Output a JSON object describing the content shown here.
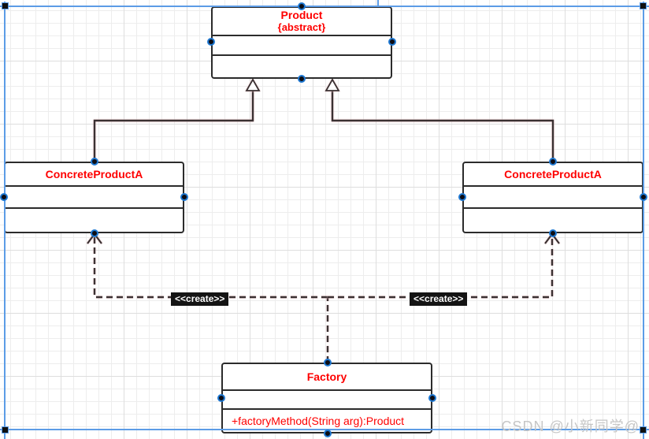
{
  "editor": {
    "watermark": "CSDN @小新同学@",
    "diagram_type": "uml-class-diagram"
  },
  "colors": {
    "title_red": "#fe0000",
    "box_border": "#2b2b2b",
    "connector": "#3a3132",
    "glow": "#f3c9cc",
    "select_blue": "#5c9ce6",
    "point_blue": "#1e78d2",
    "label_bg": "#141414",
    "grid_minor": "#ededed",
    "grid_major": "#dedede"
  },
  "classes": [
    {
      "name": "Product",
      "stereotype": "{abstract}",
      "attributes": [],
      "methods": []
    },
    {
      "name": "ConcreteProductA",
      "attributes": [],
      "methods": []
    },
    {
      "name": "ConcreteProductA",
      "attributes": [],
      "methods": []
    },
    {
      "name": "Factory",
      "attributes": [],
      "methods": [
        "+factoryMethod(String arg):Product"
      ]
    }
  ],
  "edges": [
    {
      "from": "ConcreteProductA-left",
      "to": "Product",
      "style": "solid",
      "arrow": "hollow-triangle",
      "label": ""
    },
    {
      "from": "ConcreteProductA-right",
      "to": "Product",
      "style": "solid",
      "arrow": "hollow-triangle",
      "label": ""
    },
    {
      "from": "Factory",
      "to": "ConcreteProductA-left",
      "style": "dashed",
      "arrow": "open",
      "label": "<<create>>"
    },
    {
      "from": "Factory",
      "to": "ConcreteProductA-right",
      "style": "dashed",
      "arrow": "open",
      "label": "<<create>>"
    }
  ]
}
